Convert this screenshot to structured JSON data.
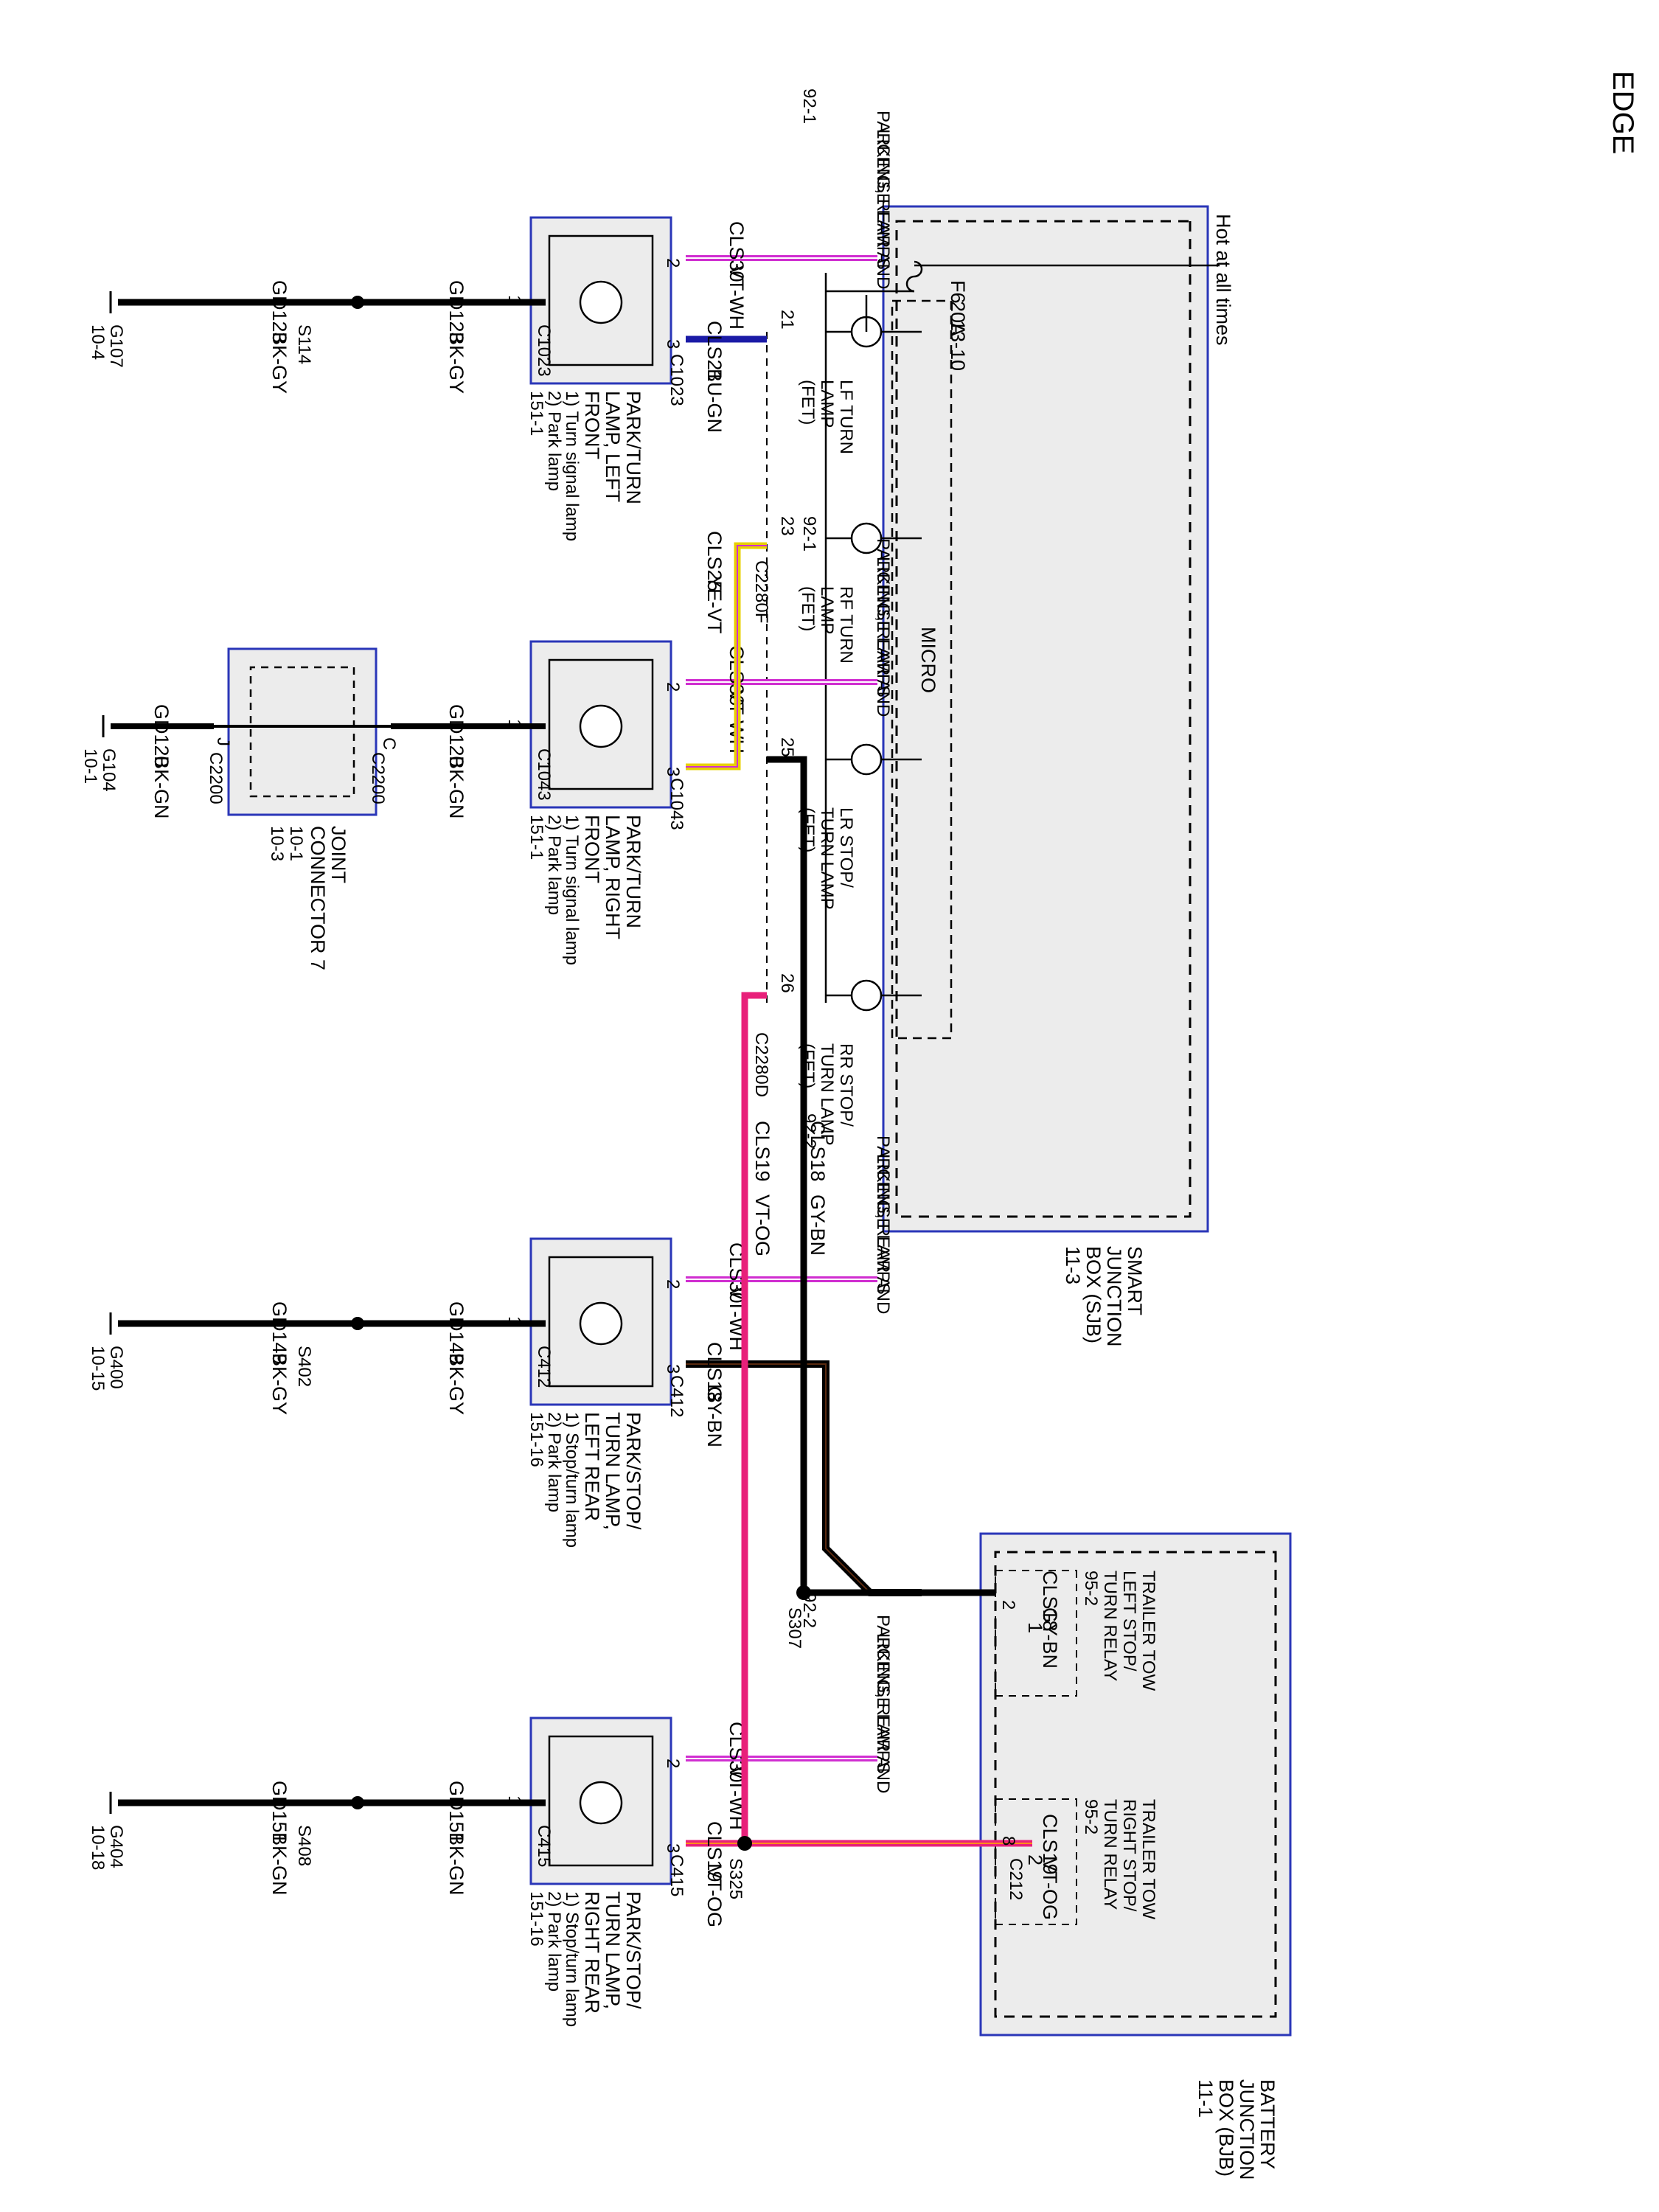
{
  "title": "EDGE",
  "hot_label": "Hot at all times",
  "fuse": {
    "name": "F6",
    "rating": "20A",
    "ref": "13-10"
  },
  "sjb": {
    "title": [
      "SMART",
      "JUNCTION",
      "BOX (SJB)"
    ],
    "ref": "11-3",
    "micro": "MICRO",
    "lamp_drivers": [
      {
        "label": [
          "LF TURN",
          "LAMP",
          "(FET)"
        ],
        "pin": "21"
      },
      {
        "label": [
          "RF TURN",
          "LAMP",
          "(FET)"
        ],
        "pin": "23"
      },
      {
        "label": [
          "LR STOP/",
          "TURN LAMP",
          "(FET)"
        ],
        "pin": "25"
      },
      {
        "label": [
          "RR STOP/",
          "TURN LAMP",
          "(FET)"
        ],
        "pin": "26"
      }
    ],
    "connectors": [
      "C2280F",
      "C2280D"
    ]
  },
  "bjb": {
    "title": [
      "BATTERY",
      "JUNCTION",
      "BOX (BJB)"
    ],
    "ref": "11-1",
    "relays": [
      {
        "label": [
          "TRAILER TOW",
          "LEFT STOP/",
          "TURN RELAY"
        ],
        "ref": "95-2",
        "pin": "1"
      },
      {
        "label": [
          "TRAILER TOW",
          "RIGHT STOP/",
          "TURN RELAY"
        ],
        "ref": "95-2",
        "pin": "2"
      }
    ]
  },
  "lamps": [
    {
      "name": [
        "PARK/TURN",
        "LAMP, LEFT",
        "FRONT"
      ],
      "notes": [
        "1) Turn signal lamp",
        "2) Park lamp"
      ],
      "ref": "151-1",
      "connector": "C1023",
      "ground": {
        "circuit": "GD123",
        "color": "BK-GY",
        "splice": "S114",
        "gnd": "G107",
        "gref": "10-4"
      },
      "pin2": {
        "circuit": "CLS30",
        "color": "VT-WH",
        "dest": [
          "PARKING, REAR AND",
          "LICENSE LAMPS"
        ],
        "dref": "92-1"
      },
      "pin3": {
        "circuit": "CLS21",
        "color": "BU-GN"
      }
    },
    {
      "name": [
        "PARK/TURN",
        "LAMP, RIGHT",
        "FRONT"
      ],
      "notes": [
        "1) Turn signal lamp",
        "2) Park lamp"
      ],
      "ref": "151-1",
      "connector": "C1043",
      "ground": {
        "circuit": "GD120",
        "color": "BK-GN",
        "gnd": "G104",
        "gref": "10-1"
      },
      "pin2": {
        "circuit": "CLS30",
        "color": "VT-WH",
        "dest": [
          "PARKING, REAR AND",
          "LICENSE LAMPS"
        ],
        "dref": "92-1"
      },
      "pin3": {
        "circuit": "CLS25",
        "color": "YE-VT"
      }
    },
    {
      "name": [
        "PARK/STOP/",
        "TURN LAMP,",
        "LEFT REAR"
      ],
      "notes": [
        "1) Stop/turn lamp",
        "2) Park lamp"
      ],
      "ref": "151-16",
      "connector": "C412",
      "ground": {
        "circuit": "GD149",
        "color": "BK-GY",
        "splice": "S402",
        "gnd": "G400",
        "gref": "10-15"
      },
      "pin2": {
        "circuit": "CLS30",
        "color": "VT-WH",
        "dest": [
          "PARKING, REAR AND",
          "LICENSE LAMPS"
        ],
        "dref": "92-2"
      },
      "pin3": {
        "circuit": "CLS18",
        "color": "GY-BN"
      }
    },
    {
      "name": [
        "PARK/STOP/",
        "TURN LAMP,",
        "RIGHT REAR"
      ],
      "notes": [
        "1) Stop/turn lamp",
        "2) Park lamp"
      ],
      "ref": "151-16",
      "connector": "C415",
      "ground": {
        "circuit": "GD151",
        "color": "BK-GN",
        "splice": "S408",
        "gnd": "G404",
        "gref": "10-18"
      },
      "pin2": {
        "circuit": "CLS30",
        "color": "VT-WH",
        "dest": [
          "PARKING, REAR AND",
          "LICENSE LAMPS"
        ],
        "dref": "92-2"
      },
      "pin3": {
        "circuit": "CLS19",
        "color": "VT-OG"
      }
    }
  ],
  "joint": {
    "name": [
      "JOINT",
      "CONNECTOR 7"
    ],
    "refs": [
      "10-1",
      "10-3"
    ],
    "pin_c": "C",
    "pin_j": "J",
    "connector": "C2200"
  },
  "splices": {
    "s307": "S307",
    "s325": "S325"
  },
  "c212": {
    "name": "C212",
    "pins": [
      "2",
      "8"
    ]
  },
  "pins": {
    "p1": "1",
    "p2": "2",
    "p3": "3"
  },
  "wire_colors": {
    "black": "#000000",
    "blue": "#1a1aa6",
    "violet_white": "#d02ed0",
    "yellow": "#e8d000",
    "violet_orange": "#e8207a",
    "box": "#2a36b8",
    "fill": "#ececec"
  }
}
